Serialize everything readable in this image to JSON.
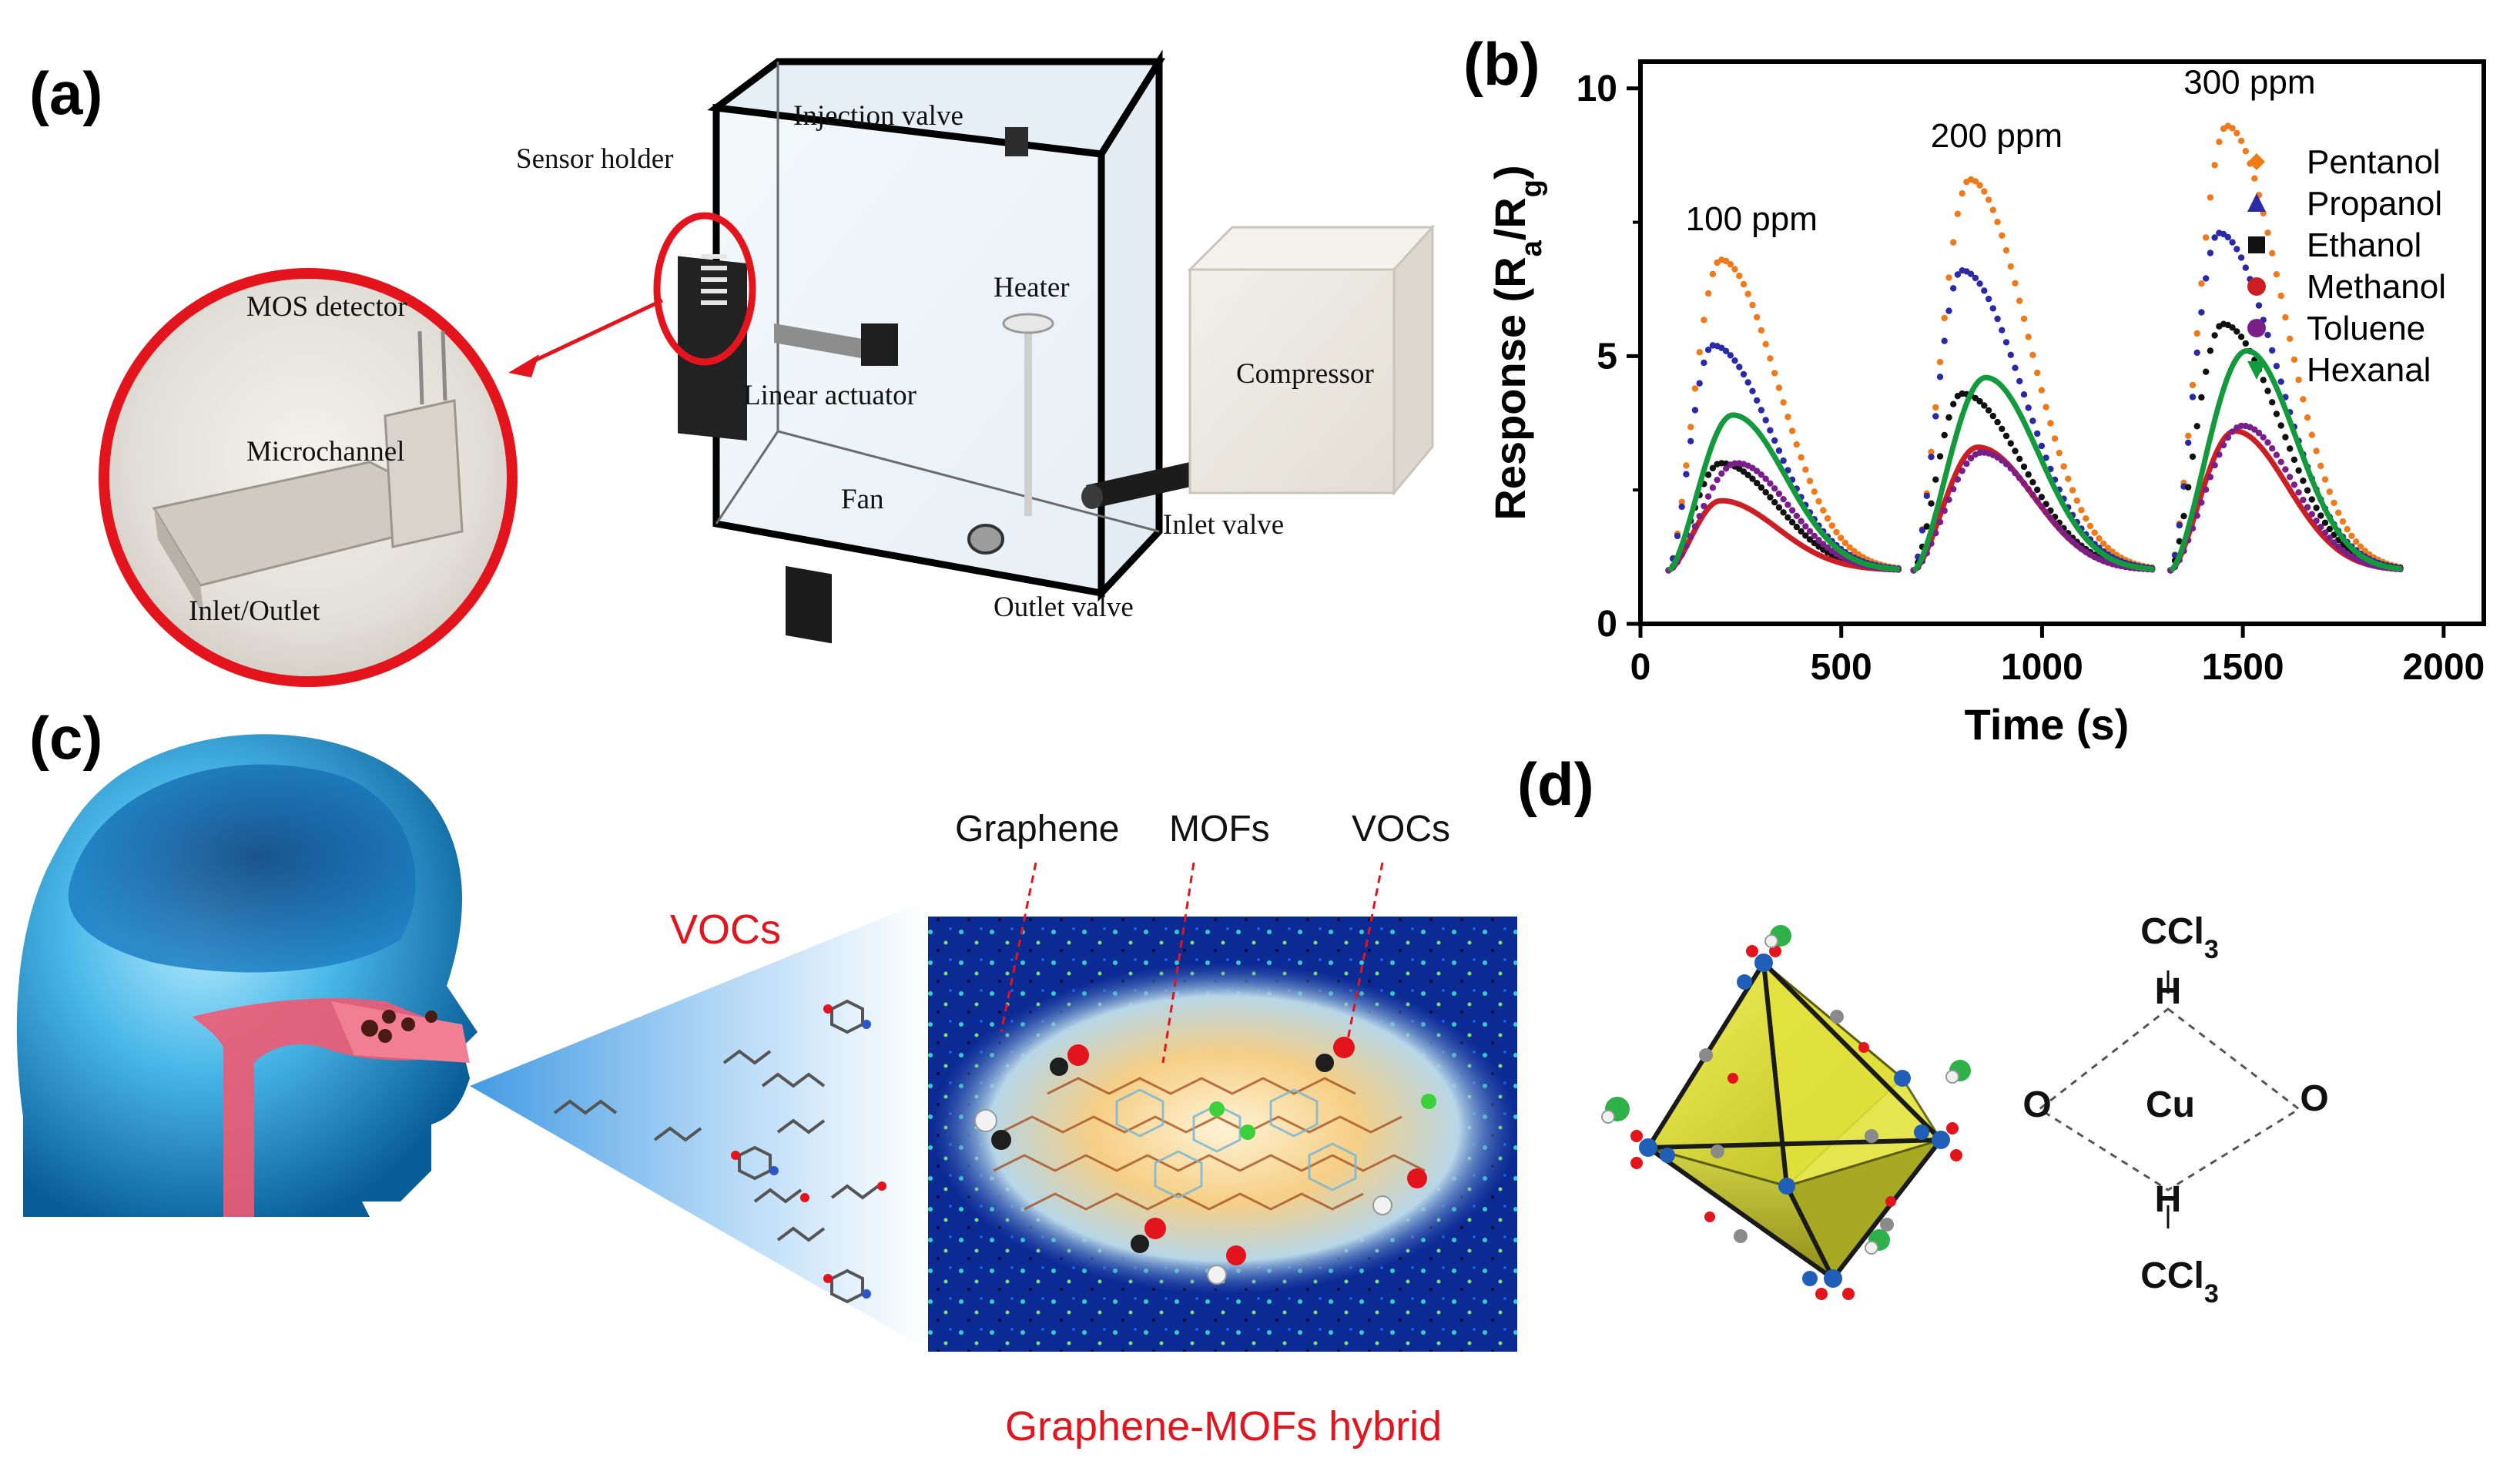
{
  "panels": {
    "a": {
      "label": "(a)",
      "callouts": {
        "injection_valve": "Injection valve",
        "sensor_holder": "Sensor holder",
        "heater": "Heater",
        "compressor": "Compressor",
        "linear_actuator": "Linear actuator",
        "fan": "Fan",
        "inlet_valve": "Inlet valve",
        "outlet_valve": "Outlet valve",
        "mos_detector": "MOS detector",
        "microchannel": "Microchannel",
        "inlet_outlet": "Inlet/Outlet"
      }
    },
    "b": {
      "label": "(b)",
      "annotations": [
        "100 ppm",
        "200 ppm",
        "300 ppm"
      ]
    },
    "c": {
      "label": "(c)",
      "vocs_label": "VOCs",
      "callouts": {
        "graphene": "Graphene",
        "mofs": "MOFs",
        "vocs": "VOCs"
      },
      "hybrid_label": "Graphene-MOFs hybrid"
    },
    "d": {
      "label": "(d)",
      "top_group": "CCl3",
      "bottom_group": "CCl3",
      "h_top": "H",
      "h_bottom": "H",
      "o_left": "O",
      "o_right": "O",
      "metal": "Cu"
    }
  },
  "chart_data": {
    "type": "line",
    "xlabel": "Time (s)",
    "ylabel": "Response (Ra/Rg)",
    "xlim": [
      0,
      2100
    ],
    "ylim": [
      0,
      10.5
    ],
    "xticks": [
      0,
      500,
      1000,
      1500,
      2000
    ],
    "yticks": [
      0,
      5,
      10
    ],
    "legend_placement": "top-right",
    "pulse_starts": [
      70,
      680,
      1320
    ],
    "pulse_ends": [
      650,
      1280,
      1900
    ],
    "series": [
      {
        "name": "Pentanol",
        "marker": "diamond",
        "style": "dotted",
        "color": "#f07a1a",
        "peaks": [
          6.8,
          8.3,
          9.3
        ],
        "peak_times": [
          200,
          820,
          1460
        ]
      },
      {
        "name": "Propanol",
        "marker": "triangle",
        "style": "dotted",
        "color": "#2a2aa8",
        "peaks": [
          5.2,
          6.6,
          7.3
        ],
        "peak_times": [
          180,
          800,
          1440
        ]
      },
      {
        "name": "Ethanol",
        "marker": "square",
        "style": "dotted",
        "color": "#111111",
        "peaks": [
          3.0,
          4.3,
          5.6
        ],
        "peak_times": [
          200,
          800,
          1450
        ]
      },
      {
        "name": "Methanol",
        "marker": "circle",
        "style": "solid",
        "color": "#cc1f24",
        "peaks": [
          2.3,
          3.3,
          3.6
        ],
        "peak_times": [
          200,
          840,
          1480
        ]
      },
      {
        "name": "Toluene",
        "marker": "circle",
        "style": "dotted",
        "color": "#7a1f8a",
        "peaks": [
          3.0,
          3.2,
          3.7
        ],
        "peak_times": [
          240,
          850,
          1500
        ]
      },
      {
        "name": "Hexanal",
        "marker": "triangle-down",
        "style": "solid",
        "color": "#139a3c",
        "peaks": [
          3.9,
          4.6,
          5.1
        ],
        "peak_times": [
          230,
          860,
          1510
        ]
      }
    ]
  }
}
